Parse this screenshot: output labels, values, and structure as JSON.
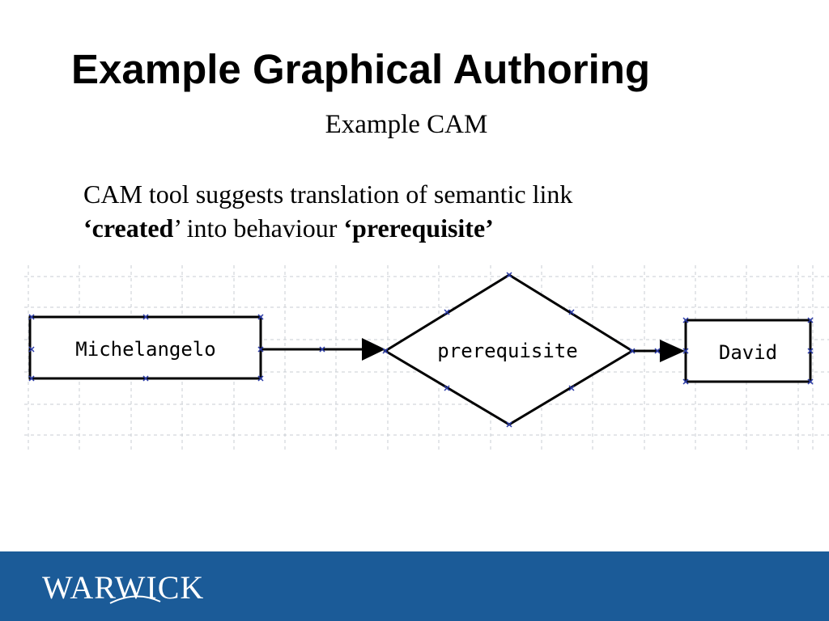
{
  "slide": {
    "title": "Example Graphical Authoring",
    "subtitle": "Example CAM",
    "body_line1": "CAM tool suggests translation of semantic link",
    "body_line2_open_quote": "‘",
    "body_term1": "created",
    "body_line2_mid": "’ into behaviour ",
    "body_term2_open": "‘",
    "body_term2": "prerequisite",
    "body_term2_close": "’"
  },
  "diagram": {
    "nodes": [
      {
        "id": "source",
        "shape": "rectangle",
        "label": "Michelangelo"
      },
      {
        "id": "behaviour",
        "shape": "diamond",
        "label": "prerequisite"
      },
      {
        "id": "target",
        "shape": "rectangle",
        "label": "David"
      }
    ],
    "edges": [
      {
        "from": "source",
        "to": "behaviour"
      },
      {
        "from": "behaviour",
        "to": "target"
      }
    ],
    "colors": {
      "grid": "#c8cdd3",
      "stroke": "#000000",
      "handle": "#2a3aa8"
    }
  },
  "footer": {
    "logo_text": "WARWICK",
    "background": "#1b5b98"
  }
}
